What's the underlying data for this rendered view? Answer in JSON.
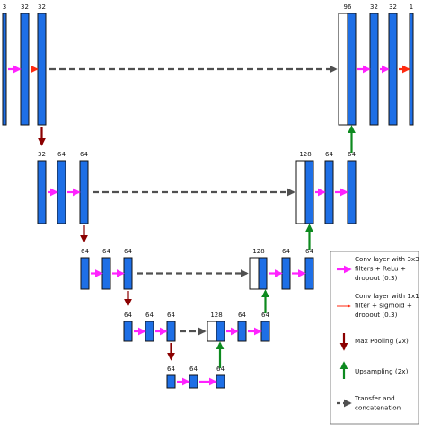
{
  "colors": {
    "layer_fill": "#1e6fe6",
    "layer_stroke": "#111111",
    "concat_fill": "#ffffff",
    "conv3x3_arrow": "#ff22ff",
    "conv1x1_arrow": "#ff2a10",
    "pool_arrow": "#8b0000",
    "upsample_arrow": "#0d8a1f",
    "transfer_arrow": "#505050"
  },
  "diagram": {
    "encoder": [
      {
        "level": 1,
        "labels": [
          "3",
          "32",
          "32"
        ]
      },
      {
        "level": 2,
        "labels": [
          "32",
          "64",
          "64"
        ]
      },
      {
        "level": 3,
        "labels": [
          "64",
          "64",
          "64"
        ]
      },
      {
        "level": 4,
        "labels": [
          "64",
          "64",
          "64"
        ]
      }
    ],
    "bottleneck": {
      "level": 5,
      "labels": [
        "64",
        "64",
        "64"
      ]
    },
    "decoder": [
      {
        "level": 4,
        "labels": [
          "128",
          "64",
          "64"
        ]
      },
      {
        "level": 3,
        "labels": [
          "128",
          "64",
          "64"
        ]
      },
      {
        "level": 2,
        "labels": [
          "128",
          "64",
          "64"
        ]
      },
      {
        "level": 1,
        "labels": [
          "96",
          "32",
          "32",
          "1"
        ]
      }
    ]
  },
  "legend": {
    "items": [
      {
        "icon": "conv3x3-arrow-icon",
        "lines": [
          "Conv layer with 3x3",
          "filters + ReLu +",
          "dropout (0.3)"
        ]
      },
      {
        "icon": "conv1x1-arrow-icon",
        "lines": [
          "Conv layer with 1x1",
          "filter + sigmoid +",
          "dropout (0.3)"
        ]
      },
      {
        "icon": "max-pool-arrow-icon",
        "lines": [
          "Max Pooling (2x)"
        ]
      },
      {
        "icon": "upsample-arrow-icon",
        "lines": [
          "Upsampling (2x)"
        ]
      },
      {
        "icon": "transfer-arrow-icon",
        "lines": [
          "Transfer and",
          "concatenation"
        ]
      }
    ]
  }
}
